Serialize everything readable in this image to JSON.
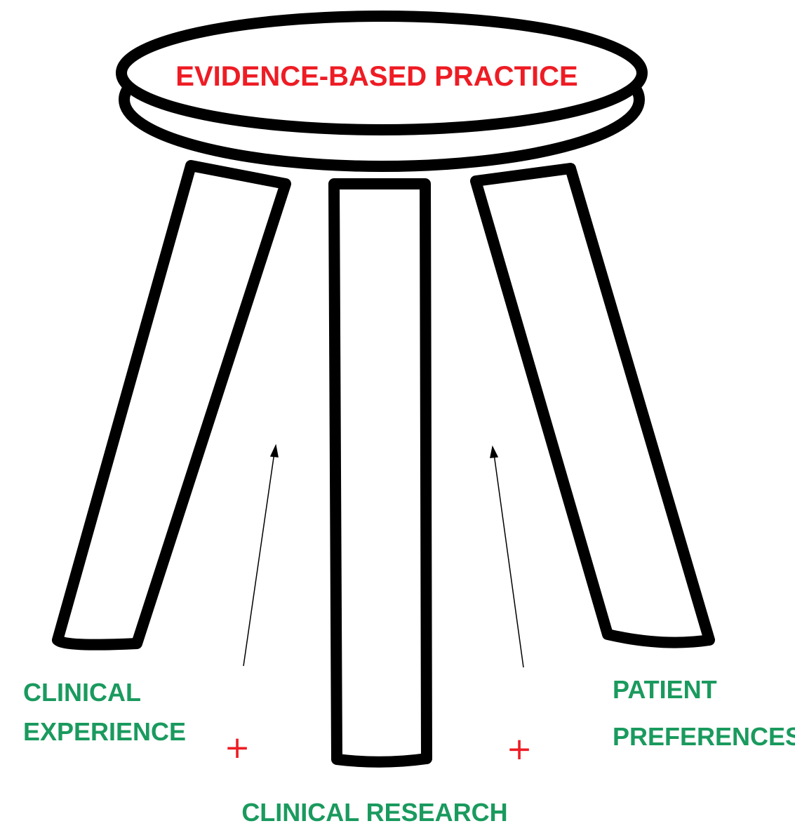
{
  "title": "EVIDENCE-BASED PRACTICE",
  "pillars": {
    "left_line1": "CLINICAL",
    "left_line2": "EXPERIENCE",
    "center": "CLINICAL RESEARCH",
    "right_line1": "PATIENT",
    "right_line2": "PREFERENCES"
  },
  "plus_signs": [
    "+",
    "+"
  ],
  "colors": {
    "title": "#ee1c24",
    "pillar_text": "#1a9a5e",
    "plus": "#ee1c24",
    "outline": "#000000",
    "fill": "#ffffff"
  }
}
